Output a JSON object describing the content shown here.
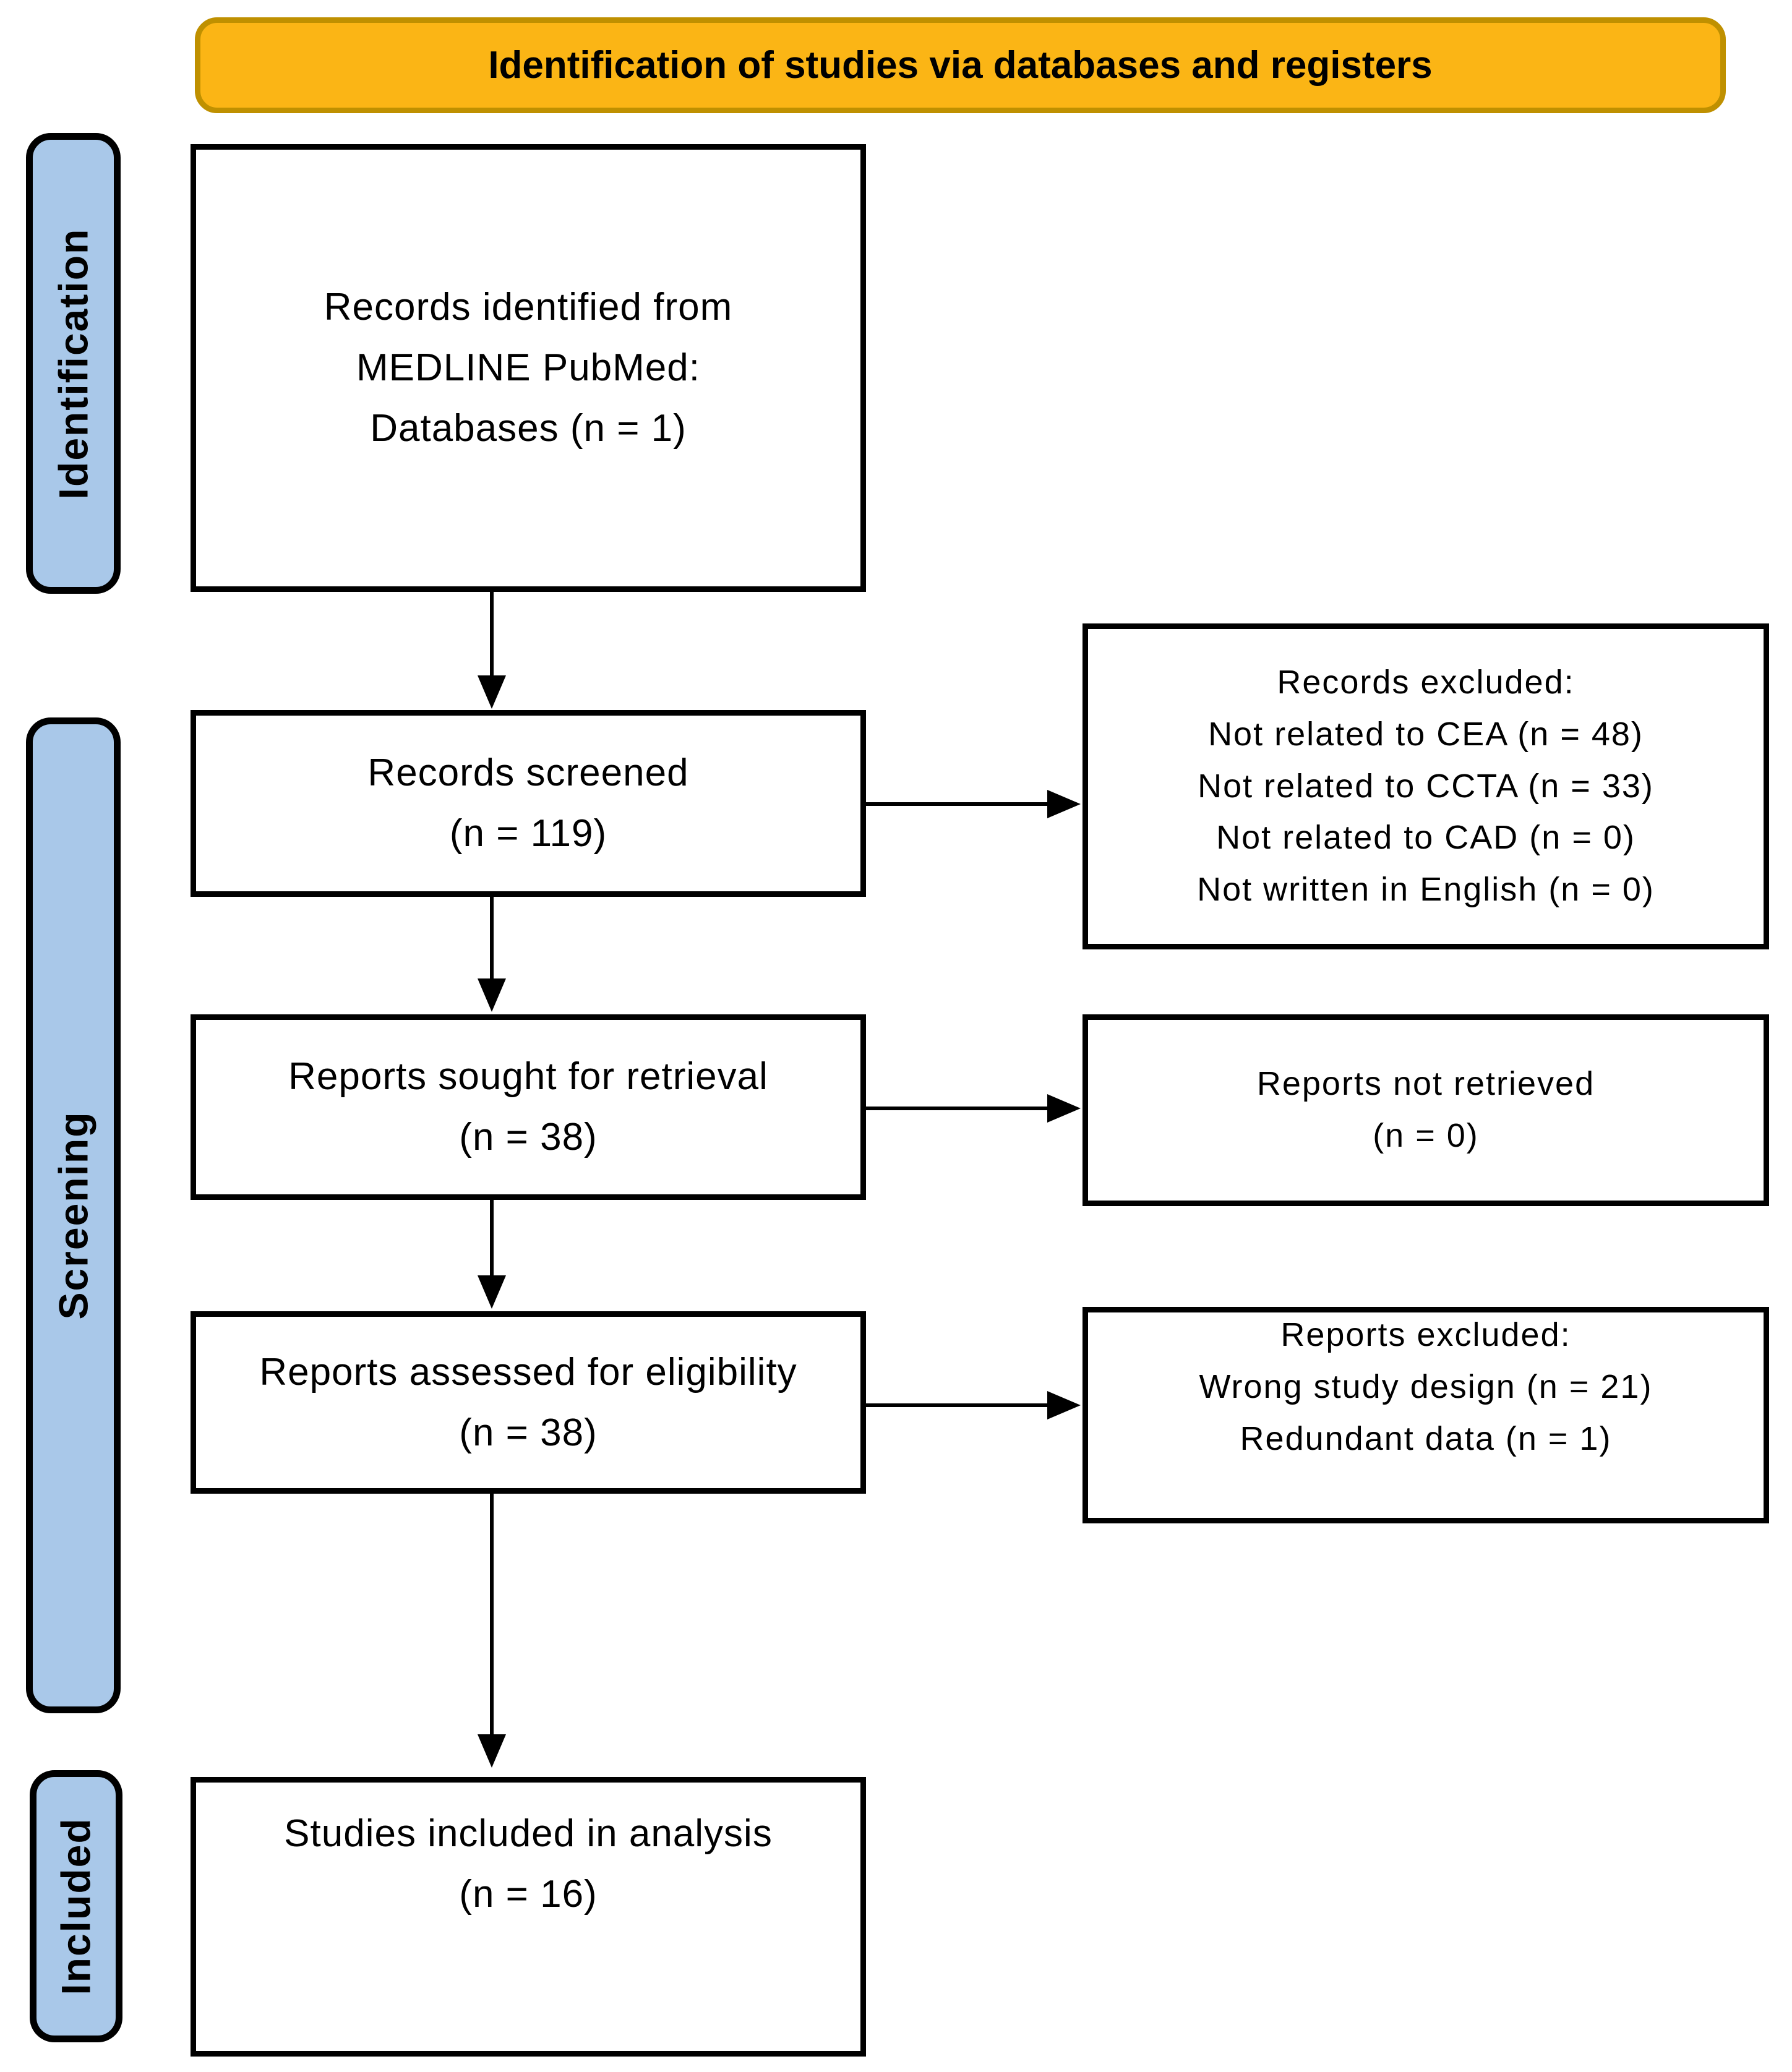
{
  "title": "Identification of studies via databases and registers",
  "colors": {
    "header_fill": "#FBB515",
    "header_border": "#BF9000",
    "stage_fill": "#A9C8E9"
  },
  "stages": {
    "identification": "Identification",
    "screening": "Screening",
    "included": "Included"
  },
  "boxes": {
    "records_identified": {
      "lines": [
        "Records identified from",
        "MEDLINE PubMed:",
        "Databases (n = 1)"
      ]
    },
    "records_screened": {
      "lines": [
        "Records screened",
        "(n = 119)"
      ]
    },
    "records_excluded": {
      "lines": [
        "Records excluded:",
        "Not related to CEA (n = 48)",
        "Not related to CCTA (n = 33)",
        "Not related to CAD (n = 0)",
        "Not written in English (n = 0)"
      ]
    },
    "reports_sought": {
      "lines": [
        "Reports sought for retrieval",
        "(n = 38)"
      ]
    },
    "reports_not_retrieved": {
      "lines": [
        "Reports not retrieved",
        "(n = 0)"
      ]
    },
    "reports_assessed": {
      "lines": [
        "Reports assessed for eligibility",
        "(n = 38)"
      ]
    },
    "reports_excluded": {
      "lines": [
        "Reports excluded:",
        "Wrong study design (n = 21)",
        "Redundant data (n = 1)"
      ]
    },
    "studies_included": {
      "lines": [
        "Studies included in analysis",
        "(n = 16)"
      ]
    }
  }
}
